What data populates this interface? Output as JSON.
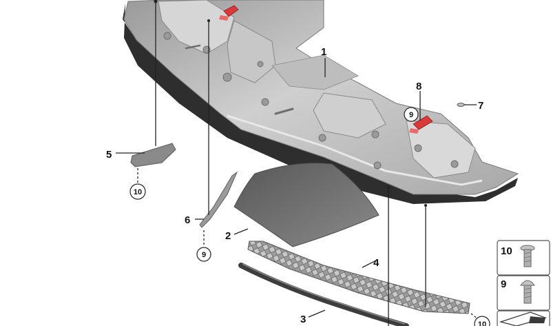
{
  "callouts": {
    "c1": "1",
    "c2": "2",
    "c3": "3",
    "c4": "4",
    "c5": "5",
    "c6": "6",
    "c7": "7",
    "c8": "8"
  },
  "circled": {
    "c9_top": "9",
    "c10_left": "10",
    "c9_bottom": "9",
    "c10_bottom": "10"
  },
  "legend": {
    "items": [
      {
        "number": "10",
        "icon": "flat-head-screw-icon"
      },
      {
        "number": "9",
        "icon": "round-head-screw-icon"
      },
      {
        "number": "",
        "icon": "wedge-shim-icon"
      }
    ]
  },
  "colors": {
    "part_gray": "#b9b9b9",
    "part_dark": "#7d7d7d",
    "part_light": "#dcdcdc",
    "mat_gray": "#6e6e6e",
    "red_clip": "#d83a3a",
    "rubber": "#3d3d3d"
  }
}
